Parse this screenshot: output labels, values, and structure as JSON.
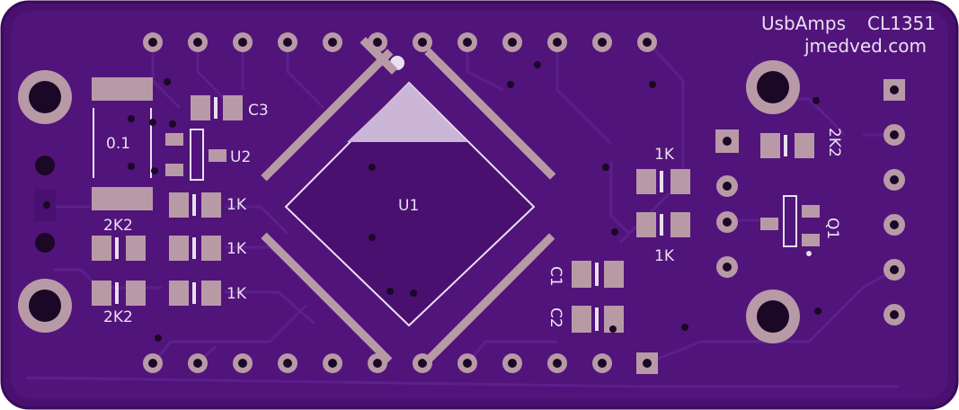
{
  "board": {
    "title": "UsbAmps",
    "rev": "CL1351",
    "site": "jmedved.com"
  },
  "labels": {
    "u1": "U1",
    "u2": "U2",
    "c1": "C1",
    "c2": "C2",
    "c3": "C3",
    "q1": "Q1",
    "r_shunt": "0.1",
    "r_left_top": "2K2",
    "r_left_bottom": "2K2",
    "r_1k_a": "1K",
    "r_1k_b": "1K",
    "r_1k_c": "1K",
    "r_1k_d": "1K",
    "r_1k_e": "1K",
    "r_right": "2K2"
  },
  "colors": {
    "board": "#4a1070",
    "board_edge": "#3a0a5a",
    "copper": "#5a1c86",
    "pad": "#b89aa6",
    "silk": "#e8e0f0",
    "hole": "#1a0826"
  }
}
